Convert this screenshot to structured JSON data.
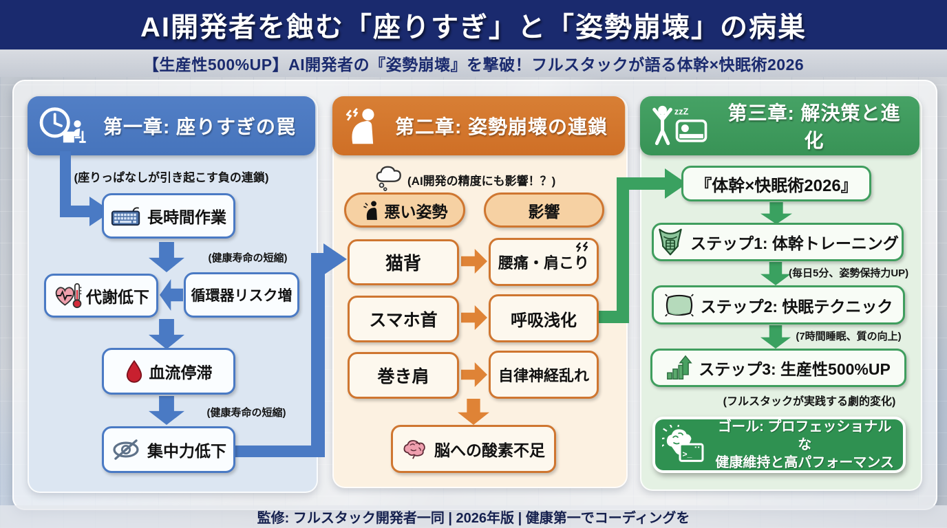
{
  "header": {
    "title": "AI開発者を蝕む「座りすぎ」と「姿勢崩壊」の病巣",
    "subtitle": "【生産性500%UP】AI開発者の『姿勢崩壊』を撃破！フルスタックが語る体幹×快眠術2026"
  },
  "colors": {
    "navy": "#1a2a6e",
    "chapter1_blue": "#4a7ac4",
    "chapter1_body": "#dce6f2",
    "chapter2_orange": "#cf7630",
    "chapter2_body": "#fcf1e1",
    "chapter2_pill": "#f6d1a3",
    "chapter3_green": "#3f9e5e",
    "chapter3_body": "#e4f1e3",
    "goal_green": "#2f9151",
    "blood_red": "#c8202f",
    "brain_pink": "#ef9fae"
  },
  "chapter1": {
    "title": "第一章: 座りすぎの罠",
    "header_icon": "clock-desk-icon",
    "note_chain": "(座りっぱなしが引き起こす負の連鎖)",
    "node_work": {
      "label": "長時間作業",
      "icon": "keyboard-icon"
    },
    "note_lifespan_top": "(健康寿命の短縮)",
    "node_metabolism": {
      "label": "代謝低下",
      "icon": "heart-thermometer-icon"
    },
    "node_circulatory": {
      "label": "循環器リスク増"
    },
    "node_blood": {
      "label": "血流停滞",
      "icon": "blood-drop-icon"
    },
    "note_lifespan_bottom": "(健康寿命の短縮)",
    "node_focus": {
      "label": "集中力低下",
      "icon": "eye-off-icon"
    }
  },
  "chapter2": {
    "title": "第二章: 姿勢崩壊の連鎖",
    "header_icon": "hunched-person-icon",
    "note_thought": "(AI開発の精度にも影響！？)",
    "thought_icon": "thought-cloud-icon",
    "col_cause": "悪い姿勢",
    "col_cause_icon": "bad-posture-icon",
    "col_effect": "影響",
    "rows": [
      {
        "cause": "猫背",
        "effect": "腰痛・肩こり",
        "effect_icon": "pain-spark-icon"
      },
      {
        "cause": "スマホ首",
        "effect": "呼吸浅化"
      },
      {
        "cause": "巻き肩",
        "effect": "自律神経乱れ"
      }
    ],
    "node_oxygen": {
      "label": "脳への酸素不足",
      "icon": "brain-icon"
    }
  },
  "chapter3": {
    "title": "第三章: 解決策と進化",
    "header_icon": "stretch-sleep-icon",
    "header_zzz": "zzZ",
    "node_method": {
      "label": "『体幹×快眠術2026』"
    },
    "node_step1": {
      "label": "ステップ1: 体幹トレーニング",
      "icon": "core-muscle-icon",
      "note": "(毎日5分、姿勢保持力UP)"
    },
    "node_step2": {
      "label": "ステップ2: 快眠テクニック",
      "icon": "pillow-icon",
      "note": "(7時間睡眠、質の向上)"
    },
    "node_step3": {
      "label": "ステップ3: 生産性500%UP",
      "icon": "growth-chart-icon",
      "note": "(フルスタックが実践する劇的変化)"
    },
    "node_goal": {
      "line1": "ゴール: プロフェッショナルな",
      "line2": "健康維持と高パフォーマンス",
      "icon": "brain-terminal-icon",
      "prompt": ">_"
    }
  },
  "footer": {
    "credit": "監修: フルスタック開発者一同 | 2026年版 | 健康第一でコーディングを"
  }
}
